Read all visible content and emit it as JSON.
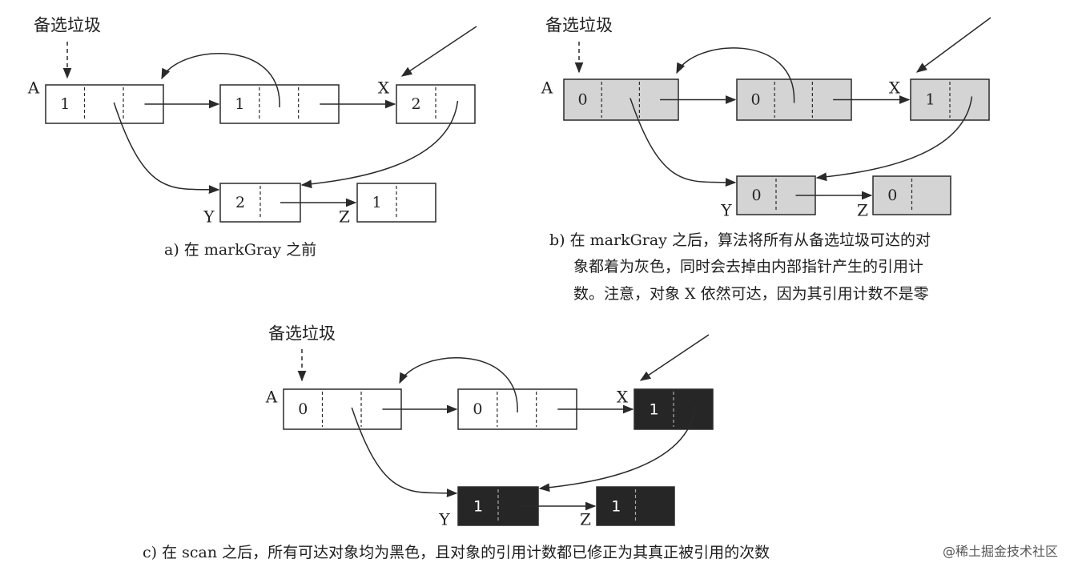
{
  "panels": {
    "a": {
      "candidate_label": "备选垃圾",
      "caption": "a) 在 markGray 之前",
      "nodes": [
        {
          "id": "A",
          "label": "A",
          "count": "1",
          "state": "white"
        },
        {
          "id": "M",
          "label": "",
          "count": "1",
          "state": "white"
        },
        {
          "id": "X",
          "label": "X",
          "count": "2",
          "state": "white"
        },
        {
          "id": "Y",
          "label": "Y",
          "count": "2",
          "state": "white"
        },
        {
          "id": "Z",
          "label": "Z",
          "count": "1",
          "state": "white"
        }
      ]
    },
    "b": {
      "candidate_label": "备选垃圾",
      "caption_lines": [
        "b) 在 markGray 之后，算法将所有从备选垃圾可达的对",
        "象都着为灰色，同时会去掉由内部指针产生的引用计",
        "数。注意，对象 X 依然可达，因为其引用计数不是零"
      ],
      "nodes": [
        {
          "id": "A",
          "label": "A",
          "count": "0",
          "state": "gray"
        },
        {
          "id": "M",
          "label": "",
          "count": "0",
          "state": "gray"
        },
        {
          "id": "X",
          "label": "X",
          "count": "1",
          "state": "gray"
        },
        {
          "id": "Y",
          "label": "Y",
          "count": "0",
          "state": "gray"
        },
        {
          "id": "Z",
          "label": "Z",
          "count": "0",
          "state": "gray"
        }
      ]
    },
    "c": {
      "candidate_label": "备选垃圾",
      "caption": "c) 在 scan 之后，所有可达对象均为黑色，且对象的引用计数都已修正为其真正被引用的次数",
      "nodes": [
        {
          "id": "A",
          "label": "A",
          "count": "0",
          "state": "white"
        },
        {
          "id": "M",
          "label": "",
          "count": "0",
          "state": "white"
        },
        {
          "id": "X",
          "label": "X",
          "count": "1",
          "state": "black"
        },
        {
          "id": "Y",
          "label": "Y",
          "count": "1",
          "state": "black"
        },
        {
          "id": "Z",
          "label": "Z",
          "count": "1",
          "state": "black"
        }
      ]
    }
  },
  "watermark": "@稀土掘金技术社区",
  "colors": {
    "white": "#ffffff",
    "gray": "#d4d4d4",
    "black": "#262626",
    "stroke": "#2a2a2a"
  }
}
